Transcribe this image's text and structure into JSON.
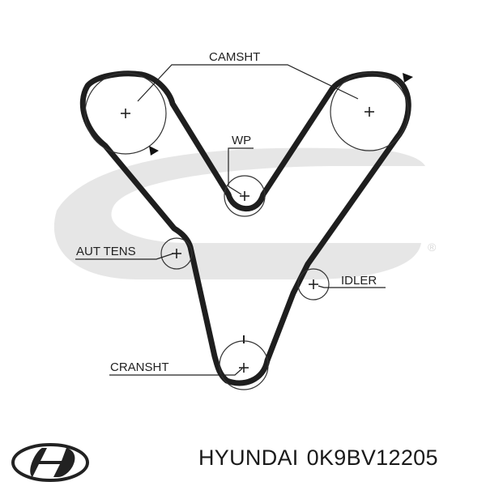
{
  "labels": {
    "camshaft": "CAMSHT",
    "water_pump": "WP",
    "auto_tensioner": "AUT TENS",
    "idler": "IDLER",
    "crankshaft": "CRANSHT"
  },
  "watermark": "Gates",
  "registered_mark": "®",
  "footer": {
    "brand": "HYUNDAI",
    "part_number": "0K9BV12205"
  },
  "colors": {
    "belt": "#1e1e1e",
    "watermark": "#e6e6e6",
    "text": "#222222"
  },
  "icons": [
    "direction-arrow-icon",
    "center-plus-icon",
    "hyundai-logo-icon"
  ]
}
